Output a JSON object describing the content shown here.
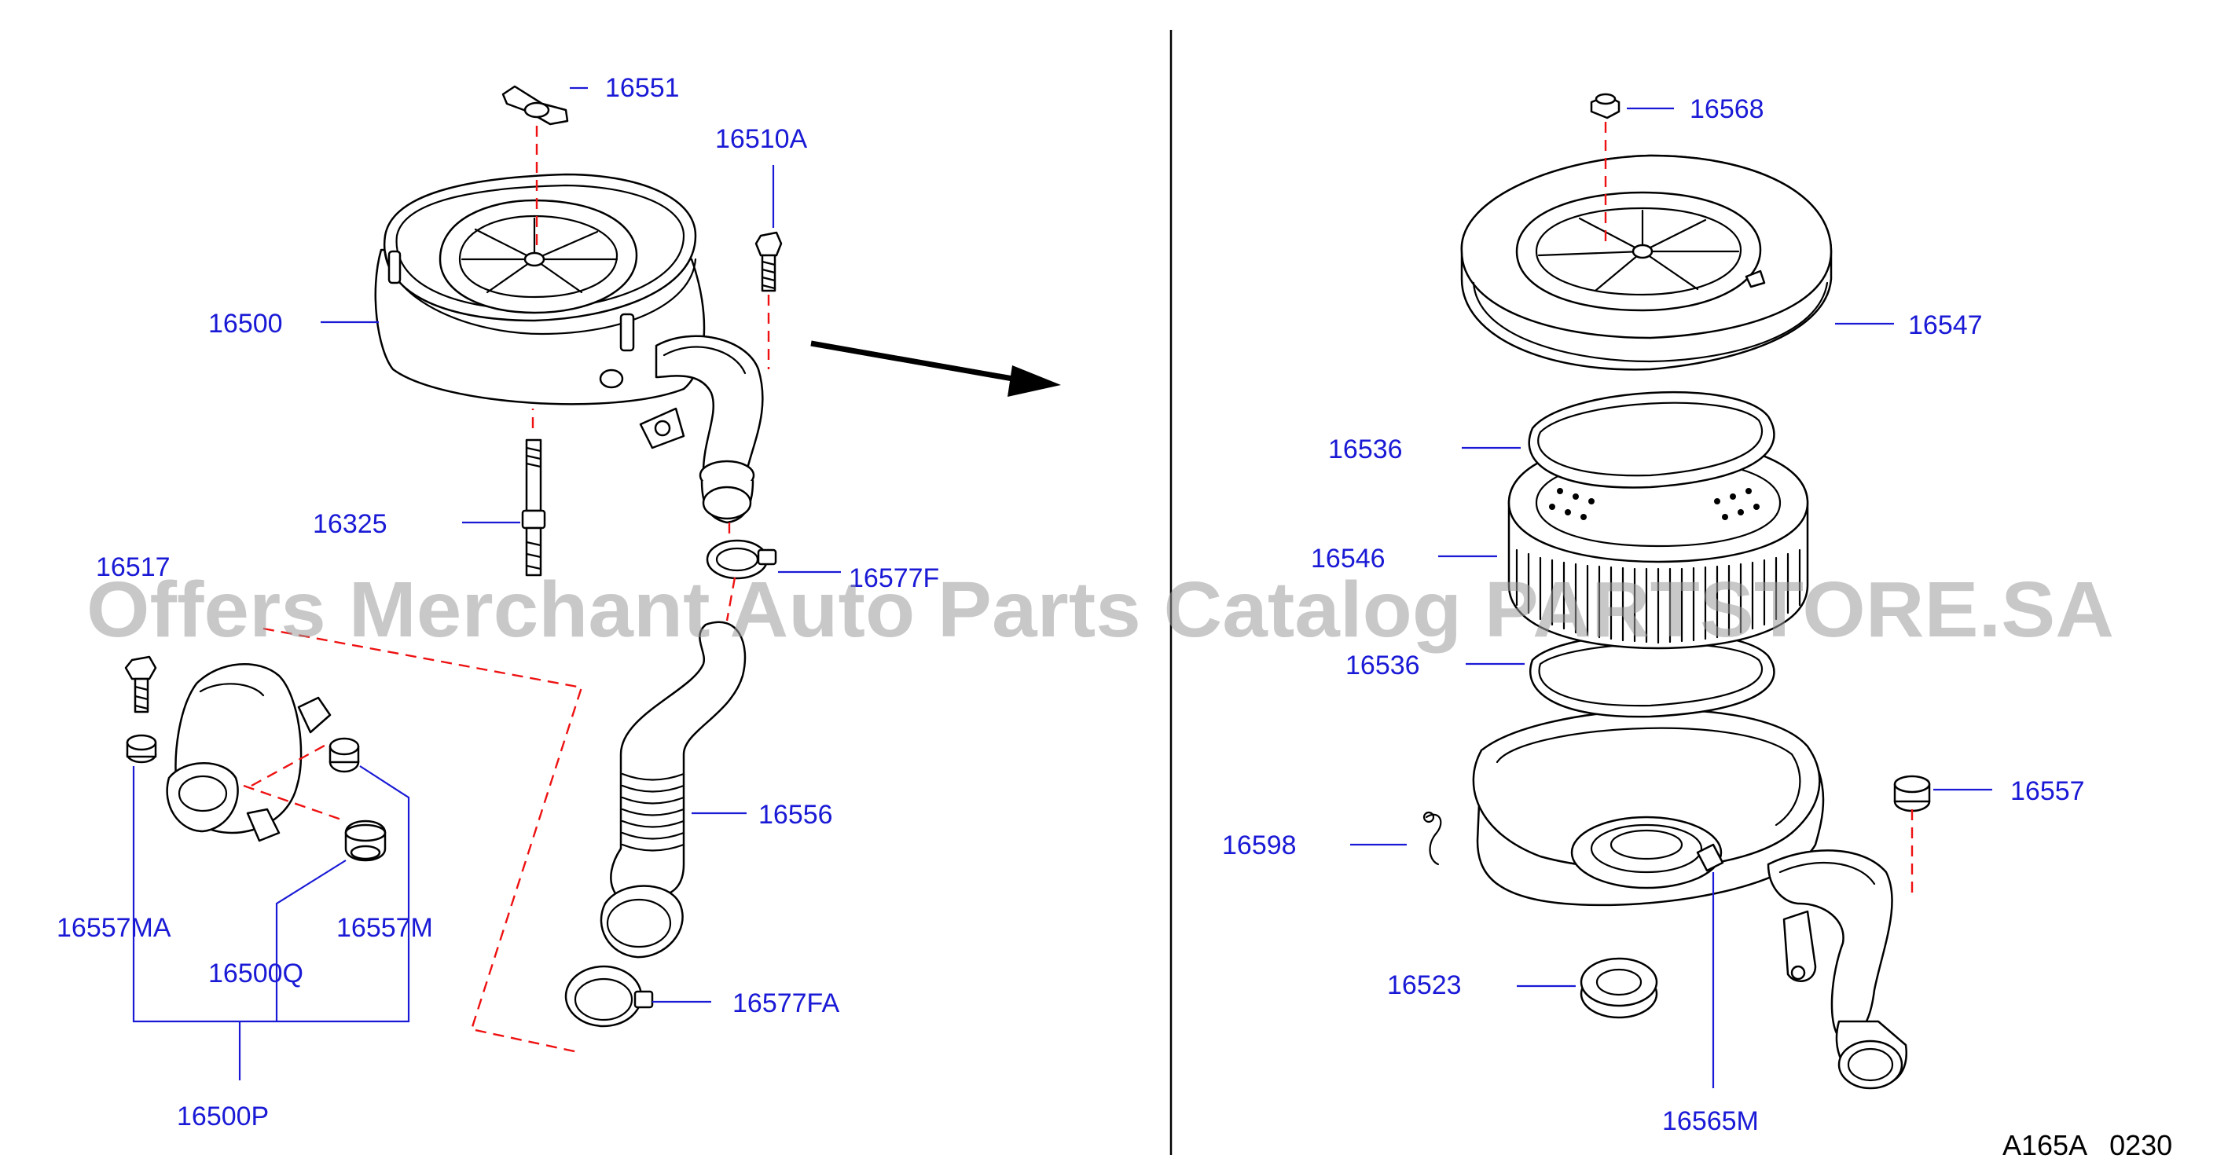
{
  "colors": {
    "label": "#1a1ad6",
    "leader": "#1a1ad6",
    "dash": "#e11111",
    "line": "#000000"
  },
  "labels": {
    "p16551": "16551",
    "p16510A": "16510A",
    "p16500": "16500",
    "p16325": "16325",
    "p16517": "16517",
    "p16577F": "16577F",
    "p16556": "16556",
    "p16577FA": "16577FA",
    "p16557MA": "16557MA",
    "p16557M": "16557M",
    "p16500Q": "16500Q",
    "p16500P": "16500P",
    "p16568": "16568",
    "p16547": "16547",
    "p16536a": "16536",
    "p16546": "16546",
    "p16536b": "16536",
    "p16557": "16557",
    "p16598": "16598",
    "p16523": "16523",
    "p16565M": "16565M"
  },
  "diagram_code": "A165A   0230",
  "watermark": "Offers Merchant Auto Parts Catalog PARTSTORE.SA"
}
